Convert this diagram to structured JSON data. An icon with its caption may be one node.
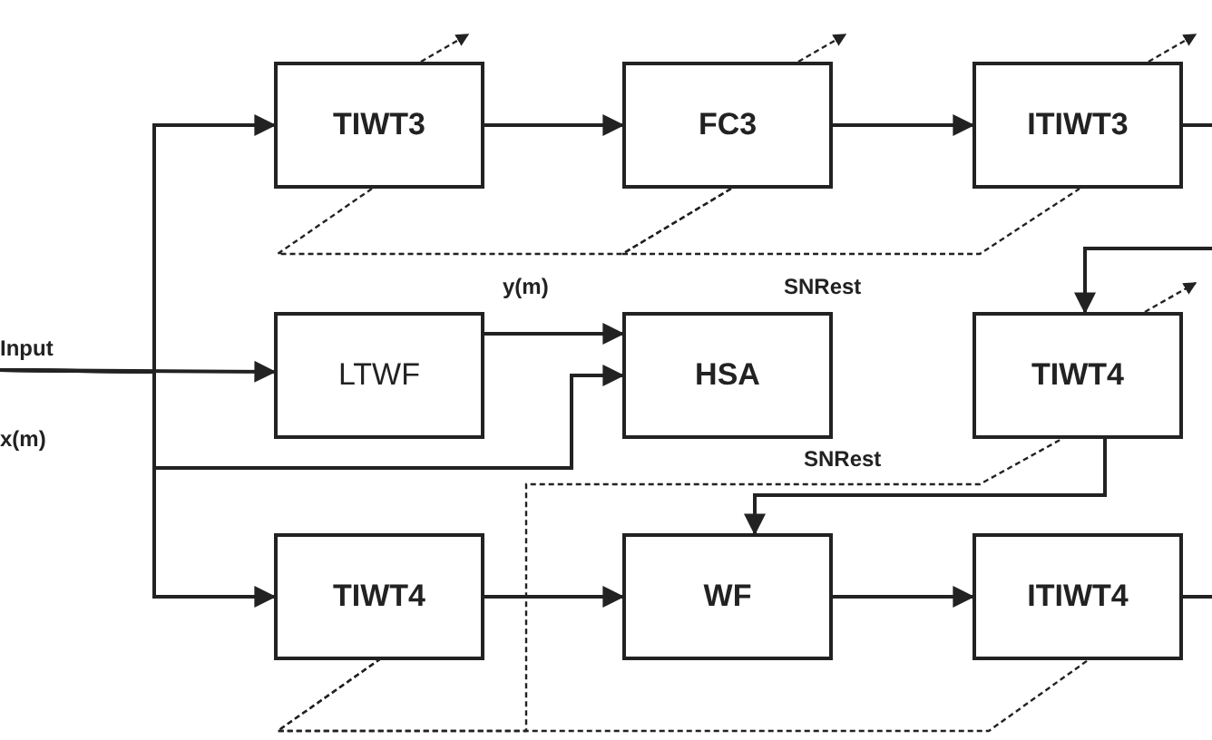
{
  "diagram": {
    "nodes": [
      {
        "text": [
          "TIWT3"
        ]
      },
      {
        "text": [
          "FC3"
        ]
      },
      {
        "text": [
          "ITIWT3"
        ]
      },
      {
        "text": [
          "LTWF"
        ]
      },
      {
        "text": [
          "HSA"
        ]
      },
      {
        "text": [
          "TIWT4"
        ]
      },
      {
        "text": [
          "TIWT4"
        ]
      },
      {
        "text": [
          "WF"
        ]
      },
      {
        "text": [
          "ITIWT4"
        ]
      },
      {
        "text": [
          "Input"
        ]
      }
    ],
    "edges": [
      {
        "from": 0,
        "to": 1,
        "arrow": "to"
      },
      {
        "from": 1,
        "to": 2,
        "arrow": "to"
      },
      {
        "from": 2,
        "to": null,
        "arrow": "none"
      },
      {
        "from": 9,
        "to": 0,
        "arrow": "to"
      },
      {
        "from": 9,
        "to": 3,
        "arrow": "to"
      },
      {
        "from": 9,
        "to": 4,
        "arrow": "to"
      },
      {
        "from": 9,
        "to": 6,
        "arrow": "to"
      },
      {
        "from": 3,
        "to": 4,
        "arrow": "to",
        "label": "y(m)"
      },
      {
        "from": null,
        "to": 5,
        "arrow": "to"
      },
      {
        "from": 5,
        "to": 7,
        "arrow": "to"
      },
      {
        "from": 6,
        "to": 7,
        "arrow": "to"
      },
      {
        "from": 7,
        "to": 8,
        "arrow": "to"
      },
      {
        "from": 8,
        "to": null,
        "arrow": "none"
      },
      {
        "from": 0,
        "to": null,
        "arrow": "to",
        "style": "dashed"
      },
      {
        "from": 1,
        "to": null,
        "arrow": "to",
        "style": "dashed"
      },
      {
        "from": 2,
        "to": null,
        "arrow": "to",
        "style": "dashed"
      },
      {
        "from": 0,
        "to": 1,
        "arrow": "none",
        "style": "dashed"
      },
      {
        "from": 1,
        "to": 2,
        "arrow": "none",
        "style": "dashed"
      },
      {
        "from": 5,
        "to": null,
        "arrow": "to",
        "style": "dashed"
      },
      {
        "from": 6,
        "to": 8,
        "arrow": "none",
        "style": "dashed"
      },
      {
        "from": 6,
        "to": 5,
        "arrow": "none",
        "style": "dashed"
      }
    ],
    "labels": [
      "x(m)",
      "SNRest",
      "SNRest"
    ]
  }
}
